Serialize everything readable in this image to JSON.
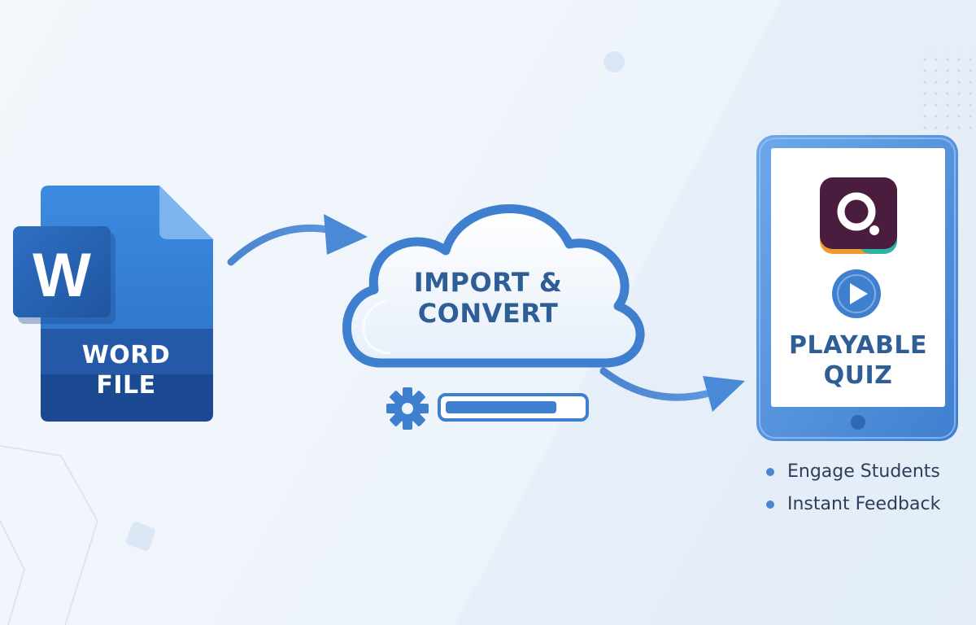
{
  "word_file": {
    "icon_letter": "W",
    "label_lines": [
      "WORD",
      "FILE"
    ]
  },
  "process": {
    "label_lines": [
      "IMPORT &",
      "CONVERT"
    ],
    "progress": 0.82
  },
  "quiz": {
    "label_lines": [
      "PLAYABLE",
      "QUIZ"
    ]
  },
  "benefits": [
    "Engage Students",
    "Instant Feedback"
  ],
  "colors": {
    "word_blue": "#2a6cc0",
    "word_dark": "#1c4f99",
    "accent_blue": "#3f7fd0",
    "text_blue": "#2f5e97",
    "quiz_purple": "#4a1d3f",
    "quiz_orange": "#f29a2e",
    "quiz_teal": "#2bb3a3"
  },
  "icons": [
    "word-icon",
    "cloud-icon",
    "gear-icon",
    "quizizz-logo-icon",
    "play-icon",
    "tablet-icon",
    "arrow-icon"
  ]
}
